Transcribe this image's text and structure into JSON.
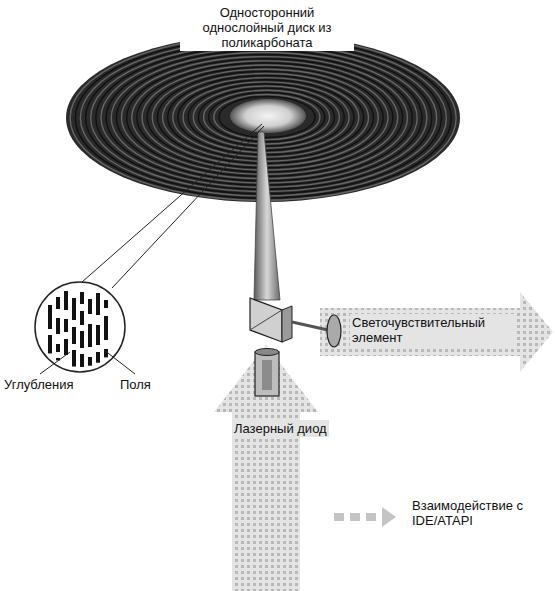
{
  "diagram": {
    "labels": [
      "Односторонний однослойный диск из поликарбоната",
      "Углубления",
      "Поля",
      "Светочувствительный элемент",
      "Лазерный диод"
    ],
    "legend": [
      {
        "text": "Взаимодействие с IDE/ATAPI"
      }
    ]
  }
}
